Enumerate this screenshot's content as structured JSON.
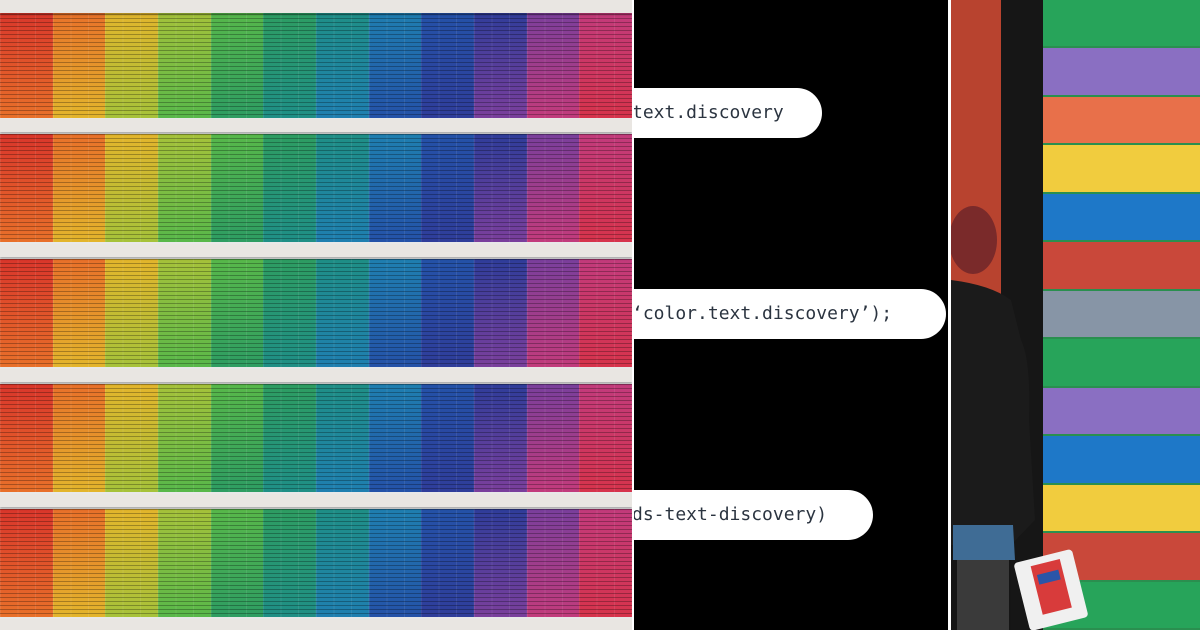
{
  "snippets": [
    "text.discovery",
    "‘color.text.discovery’);",
    "ds-text-discovery)"
  ],
  "palette": {
    "facade_hues": [
      "#d9362b",
      "#e8702a",
      "#e3b52c",
      "#a6c23a",
      "#58b84a",
      "#2e9d62",
      "#1f8f86",
      "#1f7fb0",
      "#2452a8",
      "#2f3d9a",
      "#7a3f9c",
      "#c23b7c",
      "#d6334c"
    ],
    "right_stripes": [
      "#27a45a",
      "#8a6fc2",
      "#e8704a",
      "#f1cc3e",
      "#1e78c8",
      "#c9483a",
      "#8795a6",
      "#27a45a",
      "#8a6fc2",
      "#1e78c8",
      "#f1cc3e",
      "#c9483a",
      "#27a45a"
    ],
    "pill_bg": "#ffffff",
    "pill_text": "#2b3440",
    "code_bg": "#000000"
  }
}
